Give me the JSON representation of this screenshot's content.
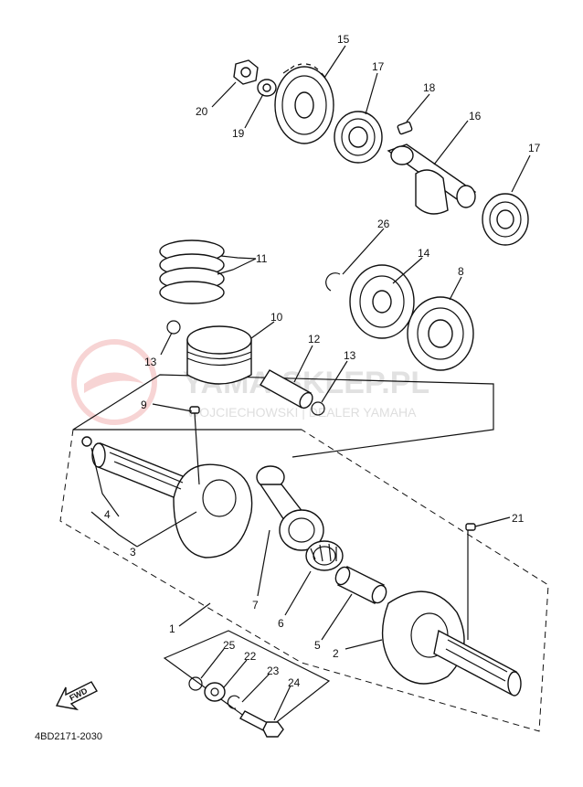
{
  "diagram": {
    "part_numbers": [
      "1",
      "2",
      "3",
      "4",
      "5",
      "6",
      "7",
      "8",
      "9",
      "10",
      "11",
      "12",
      "13",
      "13",
      "14",
      "15",
      "16",
      "17",
      "17",
      "18",
      "19",
      "20",
      "21",
      "22",
      "23",
      "24",
      "25",
      "26"
    ],
    "figure_code": "4BD2171-2030",
    "fwd_label": "FWD",
    "watermark": {
      "title": "YAMA-SKLEP.PL",
      "subtitle": "WOJCIECHOWSKI | DEALER YAMAHA"
    }
  }
}
